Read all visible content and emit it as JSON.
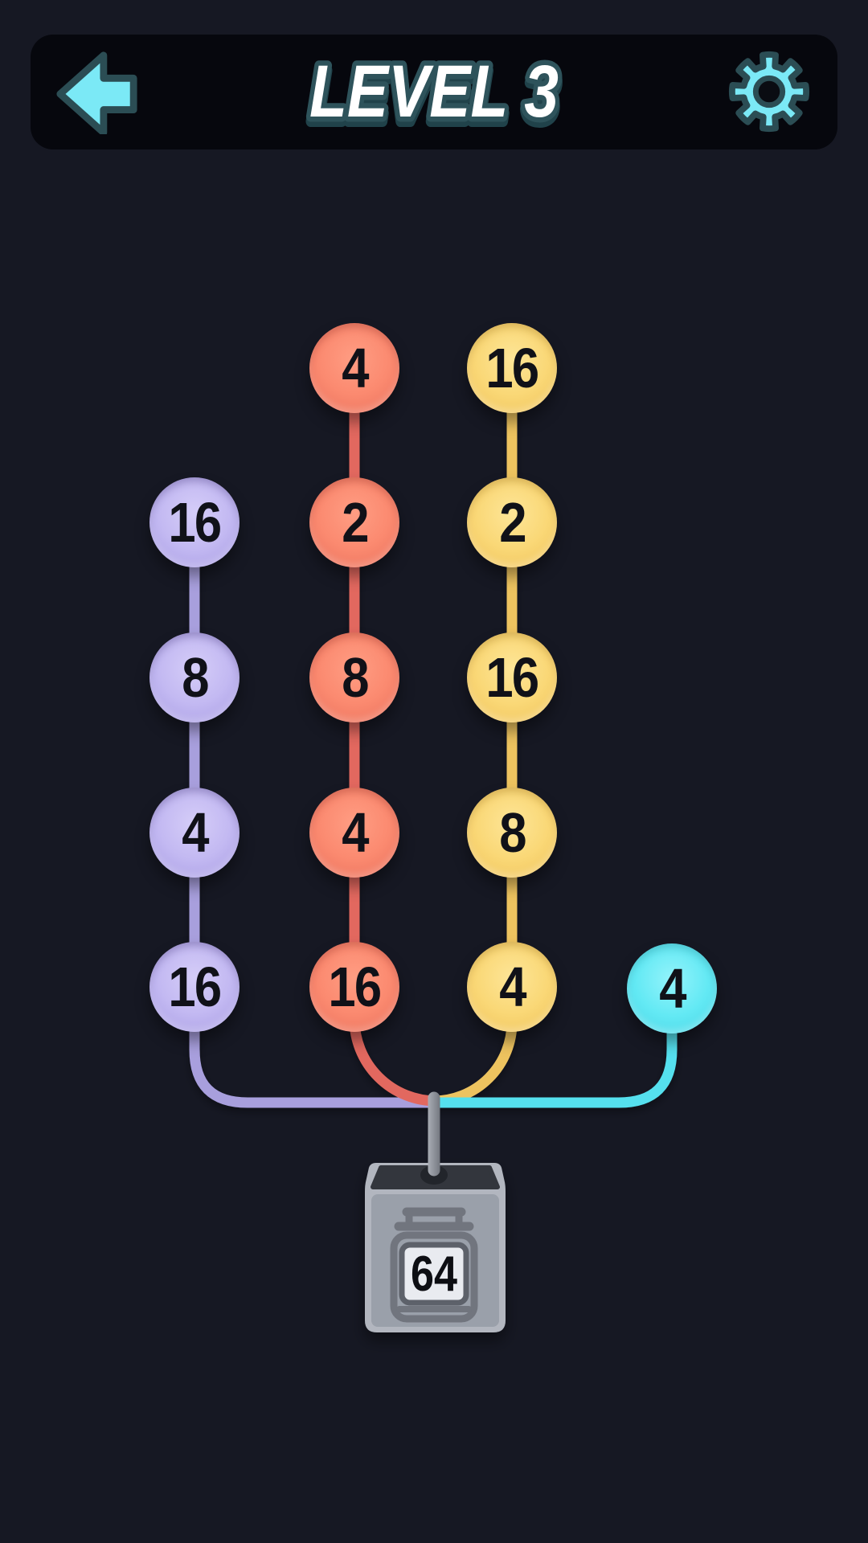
{
  "header": {
    "title": "LEVEL 3",
    "back_icon": "back-arrow-icon",
    "settings_icon": "gear-icon"
  },
  "chains": {
    "purple": {
      "color": "#c3b9f2",
      "line_color": "#a89fdd",
      "balls": [
        "16",
        "8",
        "4",
        "16"
      ]
    },
    "red": {
      "color": "#fb8a70",
      "line_color": "#e2685e",
      "balls": [
        "4",
        "2",
        "8",
        "4",
        "16"
      ]
    },
    "yellow": {
      "color": "#fad877",
      "line_color": "#edc35f",
      "balls": [
        "16",
        "2",
        "16",
        "8",
        "4"
      ]
    },
    "cyan": {
      "color": "#63e9f4",
      "line_color": "#55e0ee",
      "balls": [
        "4"
      ]
    }
  },
  "collector_box": {
    "value": "64"
  },
  "colors": {
    "background": "#161823",
    "header_bar": "#06070d",
    "accent_cyan": "#7be9f6",
    "accent_teal_outline": "#2b4d54",
    "title_fill": "#ffffff",
    "wire_gray": "#8d9199",
    "box_top": "#33363d",
    "box_front": "#9aa0aa",
    "box_bezel": "#b2b6bf",
    "jar_outline": "#71757e",
    "jar_label": "#e9ebf0"
  }
}
